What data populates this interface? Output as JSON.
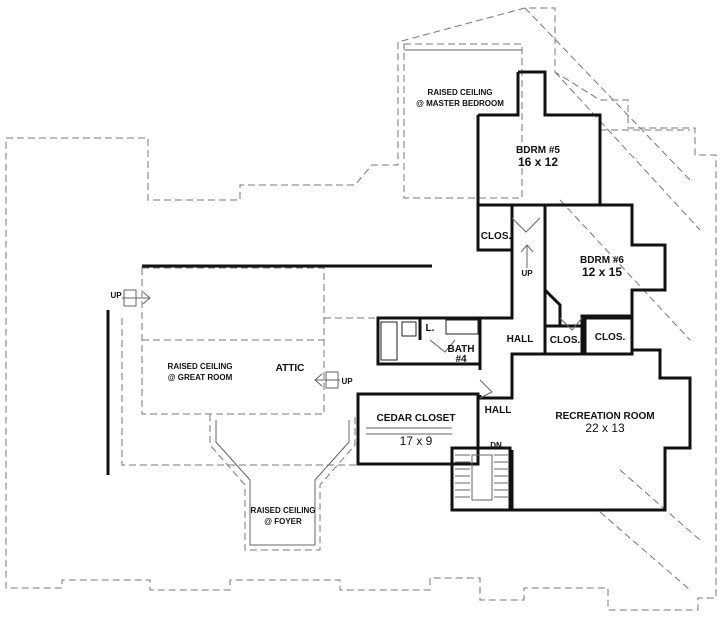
{
  "rooms": {
    "raised_master": [
      "RAISED CEILING",
      "@ MASTER BEDROOM"
    ],
    "bdrm5": {
      "name": "BDRM #5",
      "size": "16 x 12"
    },
    "bdrm6": {
      "name": "BDRM #6",
      "size": "12 x 15"
    },
    "clos_a": "CLOS.",
    "clos_b": "CLOS.",
    "clos_c": "CLOS.",
    "hall_upper": "HALL",
    "hall_lower": "HALL",
    "linen": "L.",
    "bath4": {
      "name": "BATH",
      "number": "#4"
    },
    "attic": "ATTIC",
    "raised_great": [
      "RAISED CEILING",
      "@ GREAT ROOM"
    ],
    "raised_foyer": [
      "RAISED CEILING",
      "@ FOYER"
    ],
    "cedar": {
      "name": "CEDAR CLOSET",
      "size": "17 x 9"
    },
    "recreation": {
      "name": "RECREATION ROOM",
      "size": "22 x 13"
    }
  },
  "stairs": {
    "up_left": "UP",
    "up_attic": "UP",
    "up_hall": "UP",
    "down": "DN"
  }
}
